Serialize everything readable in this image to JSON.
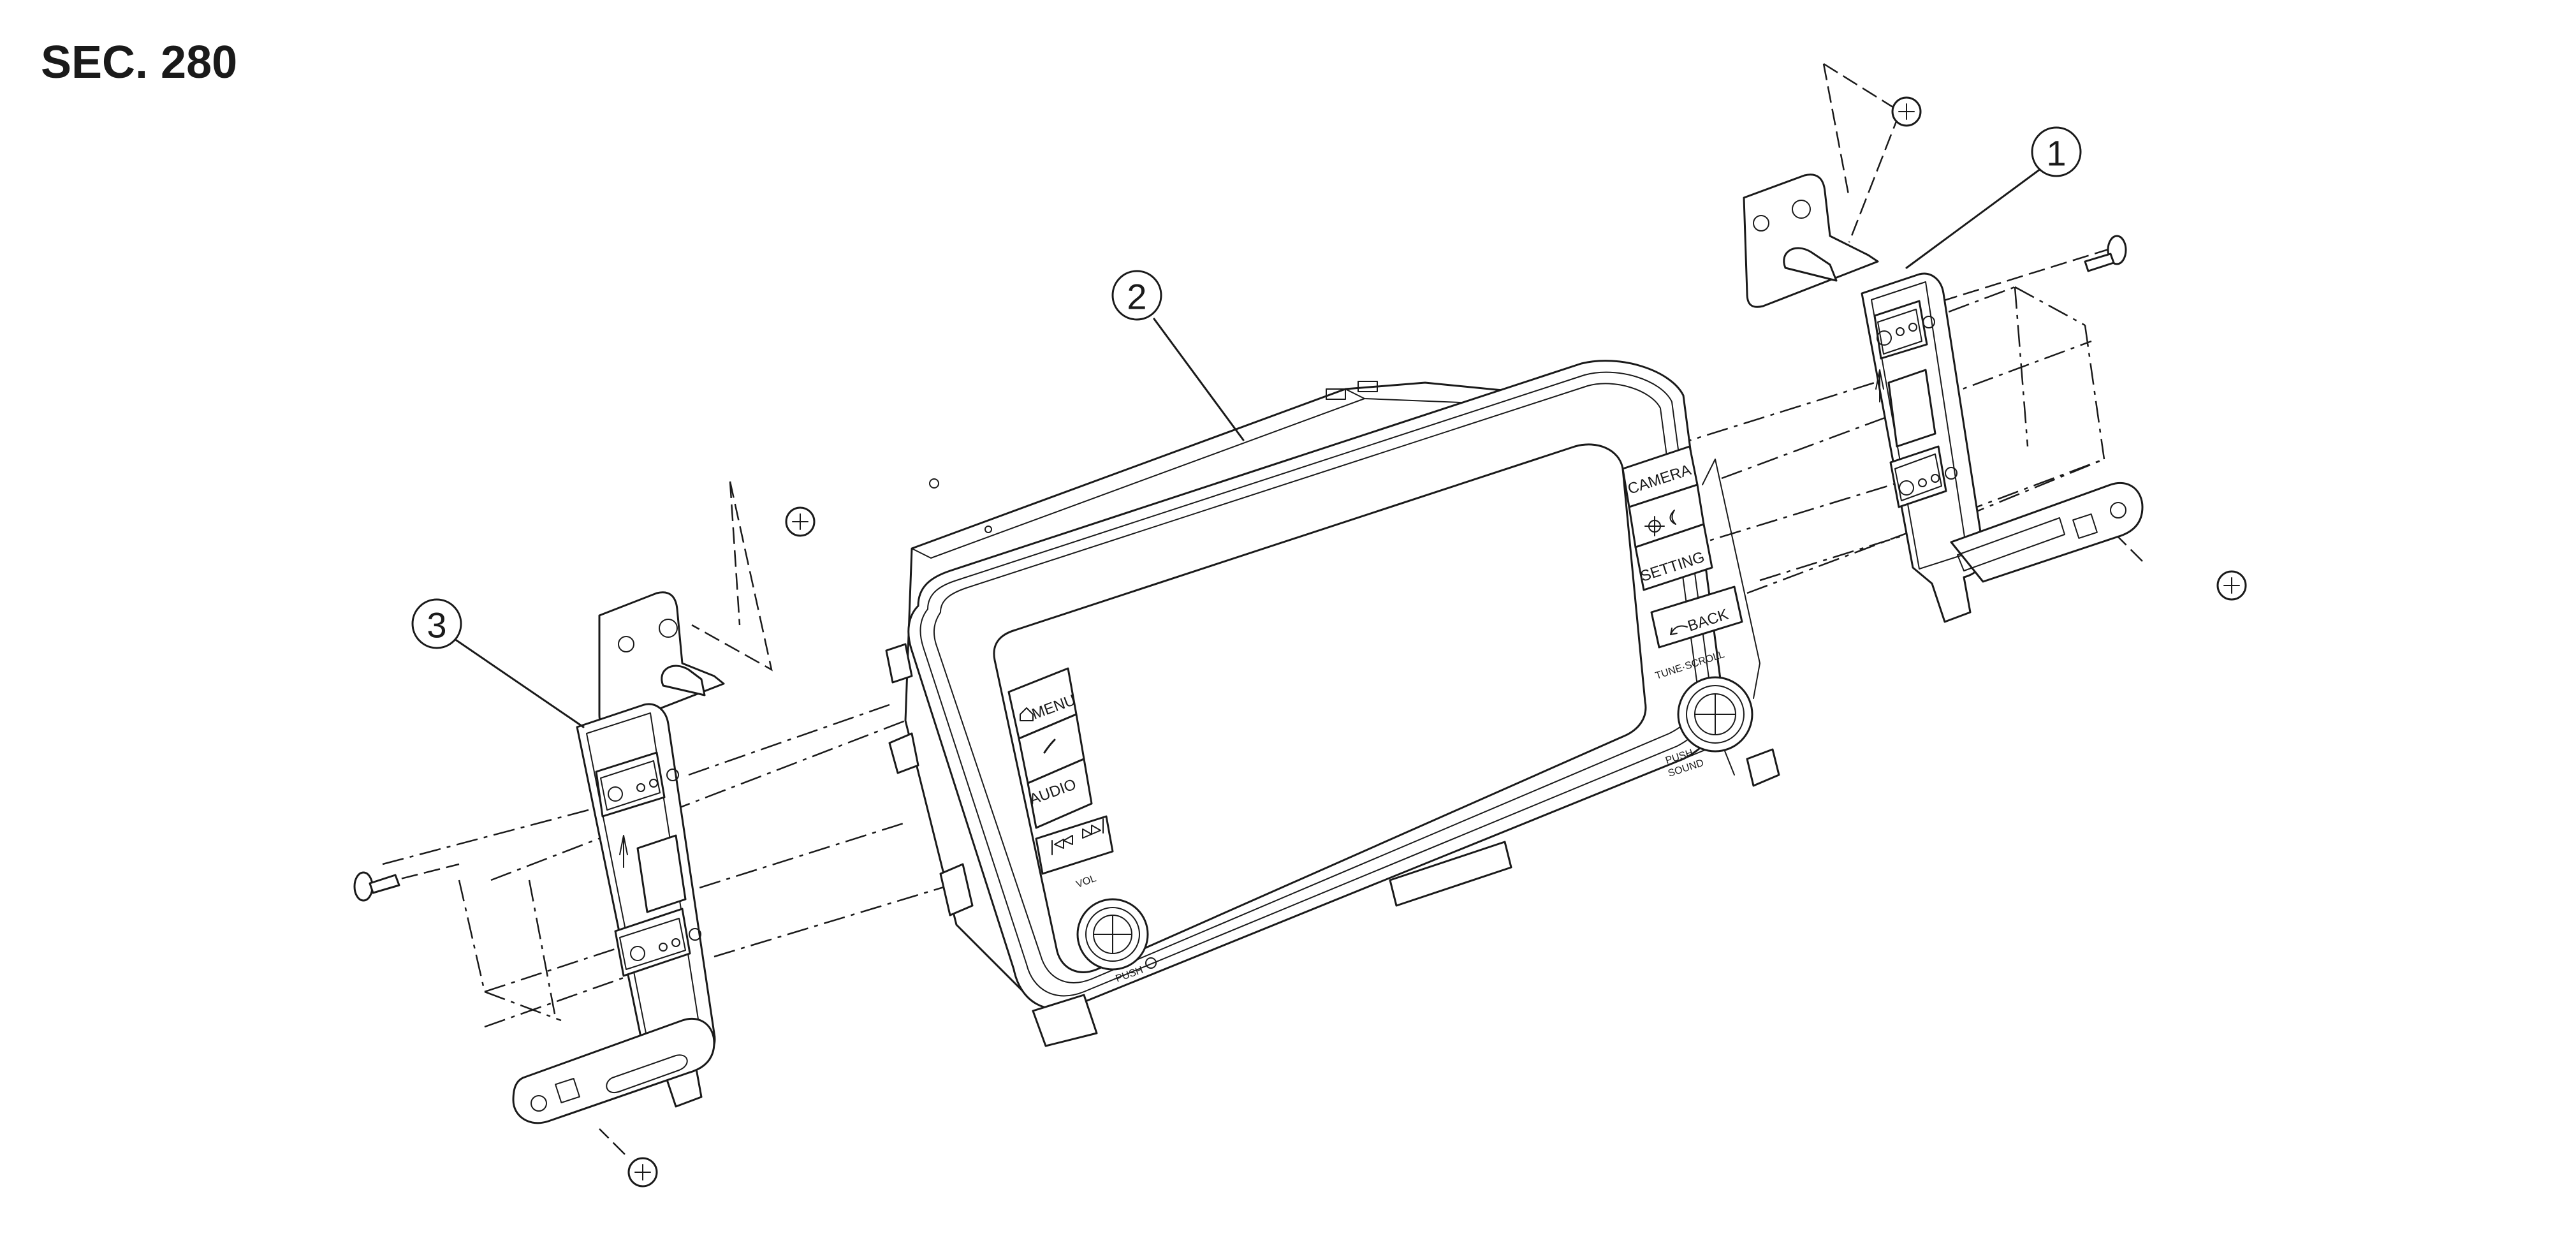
{
  "section_label": "SEC. 280",
  "callouts": [
    {
      "number": "1"
    },
    {
      "number": "2"
    },
    {
      "number": "3"
    }
  ],
  "unit_labels": {
    "menu": "MENU",
    "audio": "AUDIO",
    "vol": "VOL",
    "push_left": "PUSH",
    "camera": "CAMERA",
    "setting": "SETTING",
    "back": "BACK",
    "tune_scroll": "TUNE·SCROLL",
    "push_right": "PUSH",
    "sound": "SOUND"
  },
  "icons": [
    "home-icon",
    "phone-icon",
    "skip-back-icon",
    "skip-forward-icon",
    "brightness-icon",
    "back-arrow-icon",
    "screw-icon",
    "knob-icon"
  ]
}
